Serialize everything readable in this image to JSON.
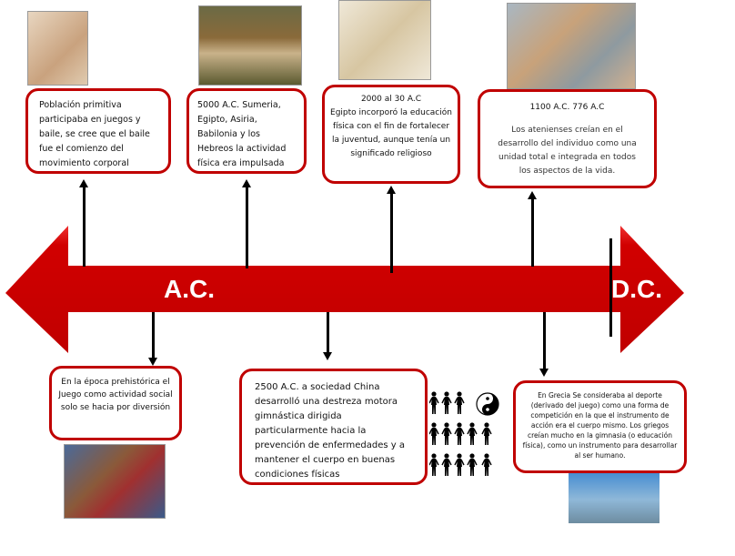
{
  "timeline": {
    "left_label": "A.C.",
    "right_label": "D.C.",
    "color": "#d10000"
  },
  "top_boxes": [
    {
      "text": "Población primitiva participaba en juegos y baile, se cree que el baile fue el comienzo del movimiento corporal"
    },
    {
      "text": "5000 A.C. Sumeria, Egipto, Asiria, Babilonia y los Hebreos la actividad física era impulsada por razones militares"
    },
    {
      "title": "2000 al 30 A.C",
      "text": "Egipto incorporó la educación física con el fin de fortalecer la juventud, aunque tenía un significado religioso"
    },
    {
      "title": "1100 A.C. 776 A.C",
      "text": "Los atenienses creían en el desarrollo del individuo como una unidad total e integrada en todos los aspectos de la vida."
    }
  ],
  "bottom_boxes": [
    {
      "text": "En la época prehistórica el Juego como actividad social solo se hacia por diversión"
    },
    {
      "text": "2500 A.C. a sociedad China desarrolló una destreza motora gimnástica dirigida particularmente hacia la prevención de enfermedades y a mantener el cuerpo en buenas condiciones físicas"
    },
    {
      "text": "En Grecia Se consideraba al deporte (derivado del juego) como una forma de competición en la que el instrumento de acción era el cuerpo mismo. Los griegos creían mucho en la gimnasia (o educación física), como un instrumento para desarrollar al ser humano."
    }
  ]
}
